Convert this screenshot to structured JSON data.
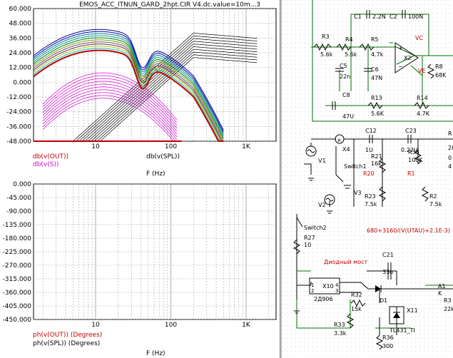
{
  "analysis_window": {
    "title": "EMOS_ACC_ITNUN_GARD_2hpt.CIR V4.dc.value=10m...3",
    "top_plot": {
      "y_ticks": [
        "60.000",
        "48.000",
        "36.000",
        "24.000",
        "12.000",
        "0.000",
        "-12.000",
        "-24.000",
        "-36.000",
        "-48.000"
      ],
      "x_ticks": [
        "10",
        "100",
        "1K"
      ],
      "x_label": "F (Hz)",
      "legend": [
        {
          "text": "db(v(OUT))",
          "color": "#c00000"
        },
        {
          "text": "db(v(S))",
          "color": "#d000d0"
        }
      ],
      "x_axis_trace": "db(v(SPL))"
    },
    "bottom_plot": {
      "y_ticks": [
        "0.000",
        "-45.000",
        "-90.000",
        "-135.000",
        "-180.000",
        "-225.000",
        "-270.000",
        "-315.000",
        "-360.000",
        "-405.000",
        "-450.000"
      ],
      "x_ticks": [
        "10",
        "100",
        "1K"
      ],
      "x_label": "F (Hz)",
      "legend": [
        {
          "text": "ph(v(OUT)) (Degrees)",
          "color": "#c00000"
        },
        {
          "text": "ph(v(SPL)) (Degrees)",
          "color": "#000000"
        }
      ]
    }
  },
  "schematic": {
    "labels": {
      "c1": "C1",
      "c1_val": "2.2N",
      "c2": "C2",
      "c2_val": "100N",
      "r3": "R3",
      "r3_val": "5.6k",
      "r4": "R4",
      "r4_val": "5.6k",
      "r5": "R5",
      "r5_val": "4.7k",
      "vc": "VC",
      "x2": "X2",
      "ve": "VE",
      "r8": "R8",
      "r8_val": "68K",
      "c5": "C5",
      "c5_val": "22n",
      "c6": "C6",
      "c6_val": "47N",
      "c8": "C8",
      "c8_val": "47U",
      "r13": "R13",
      "r13_val": "5.6K",
      "r14": "R14",
      "r14_val": "4.7K",
      "x4": "X4",
      "c12": "C12",
      "c12_val": "1U",
      "c23": "C23",
      "c23_val": "0.22U",
      "r21": "R21",
      "r21_val": "16k",
      "r38": "R38",
      "r38_val": "100K",
      "v1": "V1",
      "switch1": "Switch1",
      "r20": "R20",
      "r1": "R1",
      "r23": "R23",
      "r23_val": "7.5k",
      "r2": "R2",
      "r2_val": "7.5k",
      "v2": "V2",
      "v3": "V3",
      "switch2": "Switch2",
      "formula": "680+3160/(V(UTAU)+2.1E-3)",
      "r27": "R27",
      "r27_val": "10",
      "bridge_title": "Диодный мост",
      "c21": "C21",
      "c21_val": "33u",
      "x10": "X10",
      "x10_part": "2Д906",
      "r32": "R32",
      "r32_val": "15k",
      "d1": "D1",
      "x11": "X11",
      "r33": "R33",
      "r33_val": "3.3k",
      "r36": "R36",
      "r36_val": "300",
      "tl431": "TL431_TI",
      "a1": "A1",
      "k": "K",
      "r3b": "R3",
      "r3b_val": "22k",
      "c_r_edge": "0",
      "c_r_edge2": "4",
      "r_edge": "R",
      "r_edge_val": "2k"
    }
  },
  "colors": {
    "curve_red": "#e00000",
    "curve_magenta": "#d000d0",
    "curve_black": "#000000",
    "wire_green": "#007000",
    "label_red": "#c00000",
    "grid": "#9a9a9a"
  }
}
